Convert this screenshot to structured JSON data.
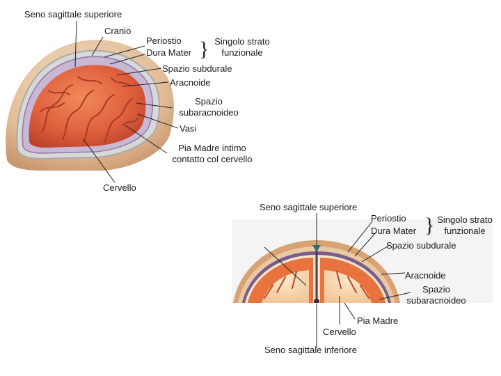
{
  "top": {
    "seno_superiore": "Seno sagittale superiore",
    "cranio": "Cranio",
    "periostio": "Periostio",
    "dura_mater": "Dura Mater",
    "singolo_strato_1": "Singolo strato",
    "singolo_strato_2": "funzionale",
    "spazio_subdurale": "Spazio subdurale",
    "aracnoide": "Aracnoide",
    "subaracnoideo_1": "Spazio",
    "subaracnoideo_2": "subaracnoideo",
    "vasi": "Vasi",
    "pia_1": "Pia Madre intimo",
    "pia_2": "contatto col cervello",
    "cervello": "Cervello"
  },
  "bottom": {
    "seno_superiore": "Seno sagittale superiore",
    "periostio": "Periostio",
    "dura_mater": "Dura Mater",
    "singolo_strato_1": "Singolo strato",
    "singolo_strato_2": "funzionale",
    "spazio_subdurale": "Spazio subdurale",
    "aracnoide": "Aracnoide",
    "subaracnoideo_1": "Spazio",
    "subaracnoideo_2": "subaracnoideo",
    "pia_madre": "Pia Madre",
    "cervello": "Cervello",
    "seno_inferiore": "Seno sagittale inferiore"
  }
}
